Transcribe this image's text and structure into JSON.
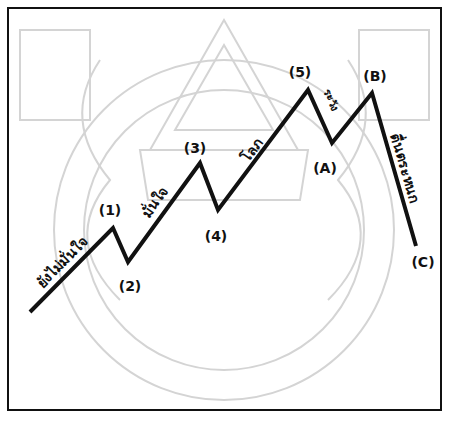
{
  "diagram": {
    "labels": [
      "ยังไม่มั่นใจ",
      "(1)",
      "(2)",
      "มั่นใจ",
      "(3)",
      "(4)",
      "โลภ",
      "(5)",
      "ระวัง",
      "(A)",
      "(B)",
      "ตื่นตระหนก",
      "(C)"
    ]
  }
}
